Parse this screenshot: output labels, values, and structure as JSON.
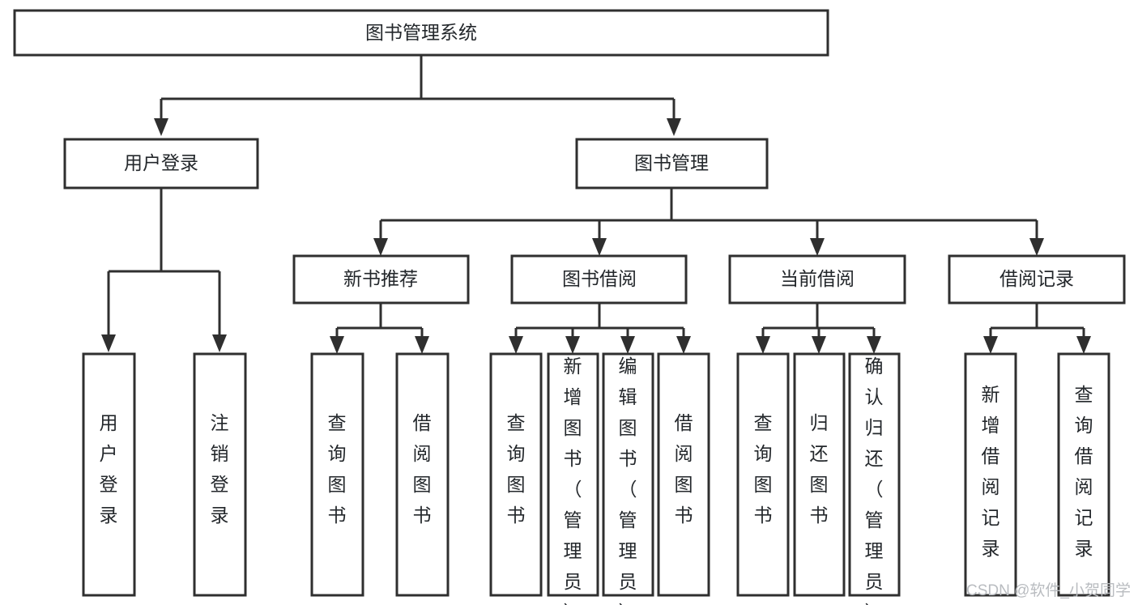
{
  "diagram": {
    "title": "图书管理系统",
    "type": "tree-hierarchy-diagram",
    "colors": {
      "stroke": "#2f2f2f",
      "fill": "#ffffff",
      "text": "#23272b",
      "watermark": "#b9bcc0"
    },
    "root": {
      "label": "图书管理系统"
    },
    "level2": [
      {
        "label": "用户登录"
      },
      {
        "label": "图书管理"
      }
    ],
    "level3": [
      {
        "label": "新书推荐"
      },
      {
        "label": "图书借阅"
      },
      {
        "label": "当前借阅"
      },
      {
        "label": "借阅记录"
      }
    ],
    "leaves": {
      "user_login": [
        {
          "label": "用户登录"
        },
        {
          "label": "注销登录"
        }
      ],
      "new_book_recommend": [
        {
          "label": "查询图书"
        },
        {
          "label": "借阅图书"
        }
      ],
      "book_borrow": [
        {
          "label": "查询图书"
        },
        {
          "label": "新增图书（管理员）"
        },
        {
          "label": "编辑图书（管理员）"
        },
        {
          "label": "借阅图书"
        }
      ],
      "current_borrow": [
        {
          "label": "查询图书"
        },
        {
          "label": "归还图书"
        },
        {
          "label": "确认归还（管理员）"
        }
      ],
      "borrow_record": [
        {
          "label": "新增借阅记录"
        },
        {
          "label": "查询借阅记录"
        }
      ]
    },
    "watermark": "CSDN @软件_小贺同学"
  }
}
